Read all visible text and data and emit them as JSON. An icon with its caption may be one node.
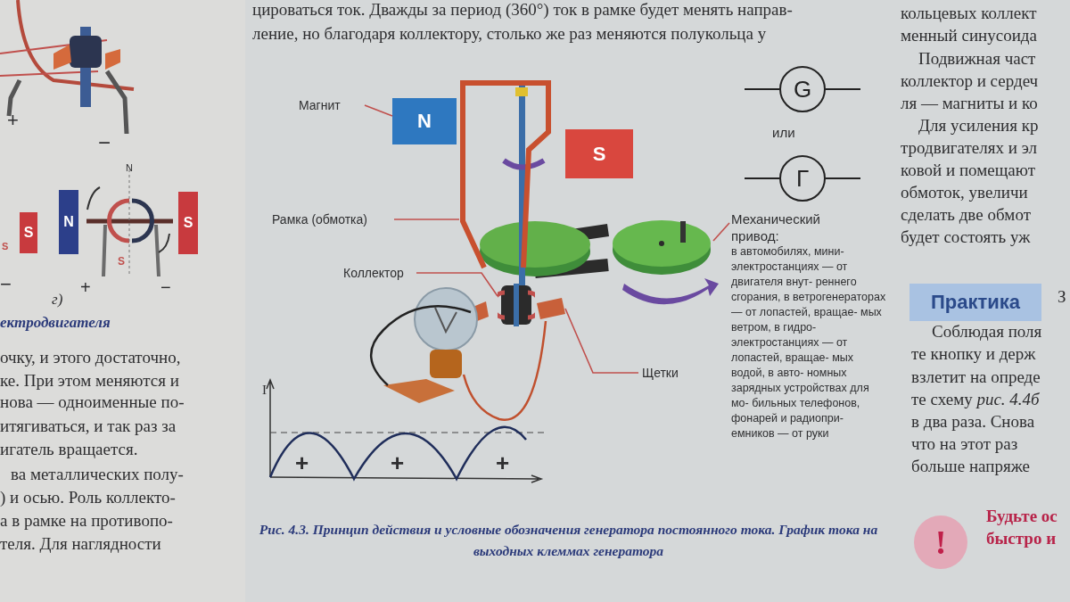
{
  "diagram": {
    "caption": "Рис. 4.3. Принцип действия и условные обозначения генератора постоянного тока. График тока на выходных клеммах генератора",
    "nodes": [
      {
        "text": [
          "S"
        ]
      },
      {
        "text": [
          "N"
        ]
      },
      {
        "text": [
          "S"
        ]
      },
      {
        "text": [
          "Магнит"
        ]
      },
      {
        "text": [
          "N"
        ]
      },
      {
        "text": [
          "S"
        ]
      },
      {
        "text": [
          "G"
        ]
      },
      {
        "text": [
          "Г"
        ]
      },
      {
        "text": [
          "Рамка (обмотка)"
        ]
      },
      {
        "text": [],
        "shape": "picture"
      },
      {
        "text": [
          "Механический привод:",
          "в автомобилях, мини- электростанциях — от двигателя внут- реннего сгорания, в ветрогенераторах — от лопастей, вращае- мых ветром, в гидро- электростанциях — от лопастей, вращае- мых водой, в авто- номных зарядных устройствах для мо- бильных телефонов, фонарей и радиопри- емников — от руки"
        ]
      },
      {
        "text": [],
        "shape": "picture"
      },
      {
        "text": [
          "Коллектор"
        ]
      },
      {
        "text": [],
        "shape": "picture"
      },
      {
        "text": [
          "Щетки"
        ]
      },
      {
        "text": [],
        "shape": "picture"
      },
      {
        "text": [
          "Практика"
        ]
      },
      {
        "text": [
          "!"
        ]
      }
    ],
    "edges": [
      {
        "from": 3,
        "to": 4,
        "arrow": "none"
      },
      {
        "from": 8,
        "to": 9,
        "arrow": "none"
      },
      {
        "from": 10,
        "to": 11,
        "arrow": "none"
      },
      {
        "from": 12,
        "to": 13,
        "arrow": "none"
      },
      {
        "from": 14,
        "to": 15,
        "arrow": "none"
      }
    ],
    "labels": [
      "+",
      "−",
      "N",
      "S",
      "S",
      "−",
      "+",
      "−",
      "г)",
      "ектродвигателя",
      "очку, и этого достаточно,",
      "ке. При этом меняются и",
      "нова — одноименные по-",
      "итягиваться, и так раз за",
      "игатель вращается.",
      "ва металлических полу-",
      ") и осью. Роль коллекто-",
      "а в рамке на противопо-",
      "теля. Для наглядности",
      "цироваться ток. Дважды за период (360°) ток в рамке будет менять направ-",
      "ление, но благодаря коллектору, столько же раз меняются полукольца у",
      "или",
      "I",
      "+",
      "+",
      "+",
      "кольцевых коллект",
      "менный синусоида",
      "Подвижная част",
      "коллектор и сердеч",
      "ля — магниты и ко",
      "Для усиления кр",
      "тродвигателях и эл",
      "ковой и помещают",
      "обмоток, увеличи",
      "сделать две обмот",
      "будет состоять уж",
      "З",
      "Соблюдая поля",
      "те кнопку и держ",
      "взлетит на опреде",
      "те схему *рис. 4.4б*",
      "в два раза. Снова",
      "что на этот раз",
      "больше напряже",
      "Будьте ос",
      "быстро и"
    ]
  }
}
